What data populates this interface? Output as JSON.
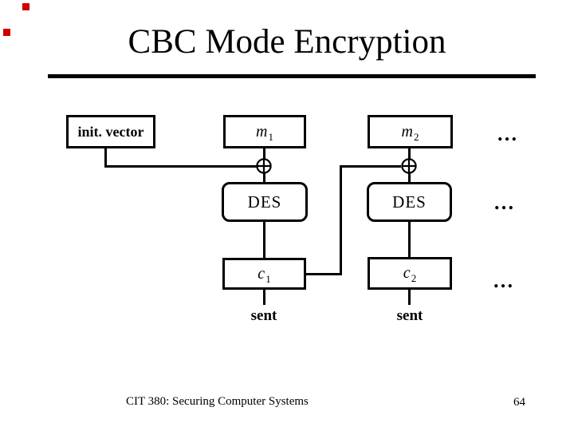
{
  "slide": {
    "title": "CBC Mode Encryption",
    "footer_text": "CIT 380: Securing Computer Systems",
    "page_number": "64",
    "colors": {
      "background": "#ffffff",
      "ink": "#000000",
      "accent_red": "#cc0000"
    }
  },
  "diagram": {
    "init_vector": {
      "label": "init. vector"
    },
    "xor_symbol": "⊕",
    "ellipsis": "…",
    "columns": [
      {
        "message_base": "m",
        "message_sub": "1",
        "block_cipher": "DES",
        "cipher_base": "c",
        "cipher_sub": "1",
        "sent": "sent"
      },
      {
        "message_base": "m",
        "message_sub": "2",
        "block_cipher": "DES",
        "cipher_base": "c",
        "cipher_sub": "2",
        "sent": "sent"
      }
    ]
  }
}
